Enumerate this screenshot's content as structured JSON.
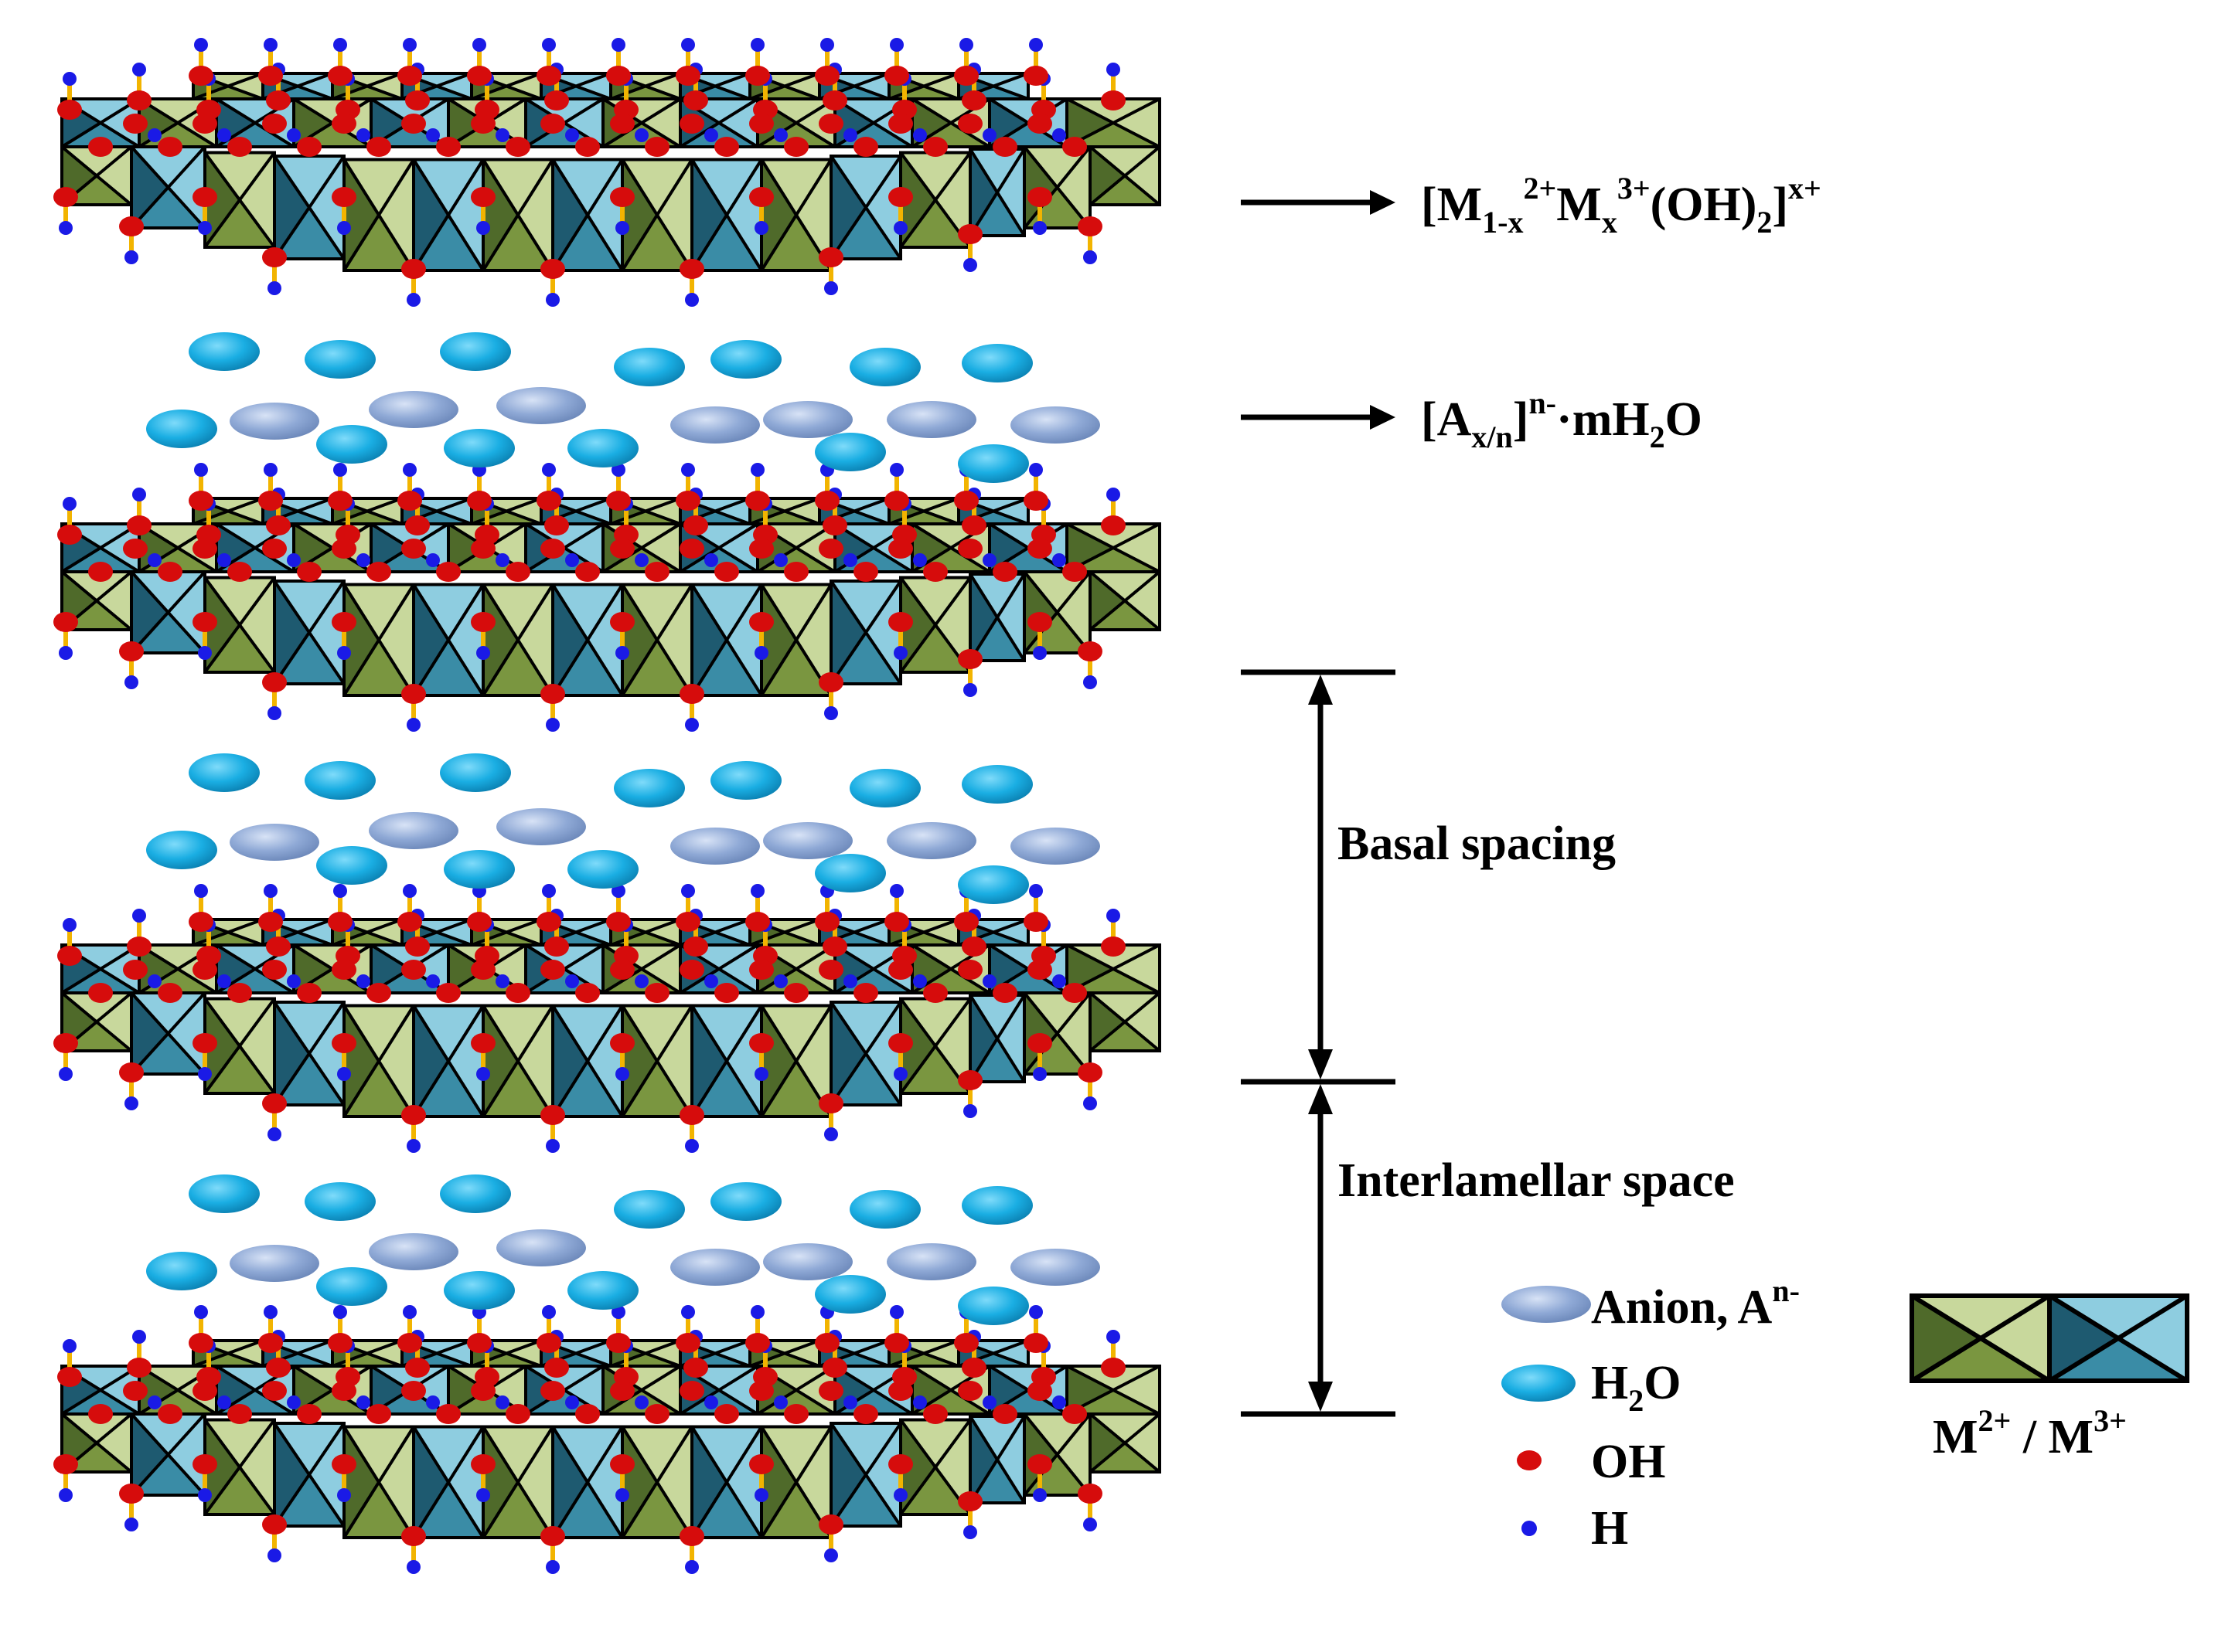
{
  "formulas": {
    "layer": {
      "open": "[M",
      "s1": "1-x",
      "p1": "2+",
      "m": "M",
      "s2": "x",
      "p2": "3+",
      "oh": "(OH)",
      "s3": "2",
      "close": "]",
      "p3": "x+"
    },
    "interlayer": {
      "open": "[A",
      "s1": "x/n",
      "close": "]",
      "p1": "n-",
      "rest": "·mH",
      "s2": "2",
      "end": "O"
    }
  },
  "dimensions": {
    "basal_spacing": "Basal spacing",
    "interlamellar_space": "Interlamellar space"
  },
  "legend": {
    "anion": {
      "text": "Anion, A",
      "sup": "n-"
    },
    "water": {
      "text": "H",
      "sub": "2",
      "end": "O"
    },
    "oh": "OH",
    "h": "H",
    "metal": {
      "m1": "M",
      "p1": "2+",
      "sep": " / M",
      "p2": "3+"
    }
  },
  "colors": {
    "green_dark": "#4F6A2A",
    "green_mid": "#7A9640",
    "green_light": "#C8D89C",
    "teal_dark": "#1E5A70",
    "teal_mid": "#3A8CA6",
    "teal_light": "#8ECDE0",
    "water": "#1AAEE3",
    "anion": "#8FA9D6",
    "oxygen": "#D60C0C",
    "hydrogen": "#1A1AE6",
    "bond": "#F2B400"
  },
  "structure": {
    "brucite_layers": 4,
    "interlayer_galleries": 3
  }
}
